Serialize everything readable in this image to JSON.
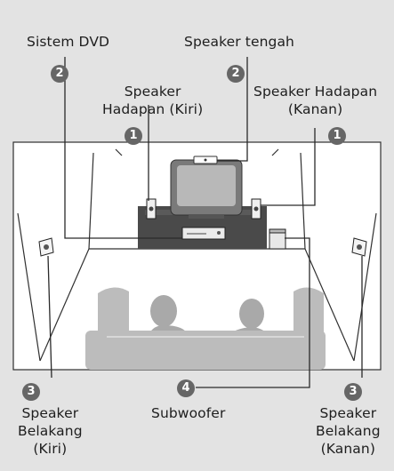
{
  "colors": {
    "background": "#e3e3e3",
    "room_wall": "#ffffff",
    "room_line": "#303030",
    "sofa": "#bcbcbc",
    "people": "#a9a9a9",
    "furniture": "#4a4a4a",
    "badge": "#666666",
    "leader_line": "#2a2a2a"
  },
  "labels": {
    "dvd_system": "Sistem DVD",
    "center_speaker": "Speaker tengah",
    "front_left": [
      "Speaker",
      "Hadapan (Kiri)"
    ],
    "front_right": [
      "Speaker Hadapan",
      "(Kanan)"
    ],
    "rear_left": [
      "Speaker",
      "Belakang",
      "(Kiri)"
    ],
    "subwoofer": "Subwoofer",
    "rear_right": [
      "Speaker",
      "Belakang",
      "(Kanan)"
    ]
  },
  "badges": {
    "dvd_system": "2",
    "center_speaker": "2",
    "front_left": "1",
    "front_right": "1",
    "rear_left": "3",
    "subwoofer": "4",
    "rear_right": "3"
  },
  "icons": {
    "room": "room-outline-icon",
    "tv": "tv-icon",
    "dvd_player": "dvd-player-icon",
    "speaker": "speaker-icon",
    "subwoofer": "subwoofer-icon",
    "sofa": "sofa-icon",
    "people": "people-silhouette-icon"
  }
}
